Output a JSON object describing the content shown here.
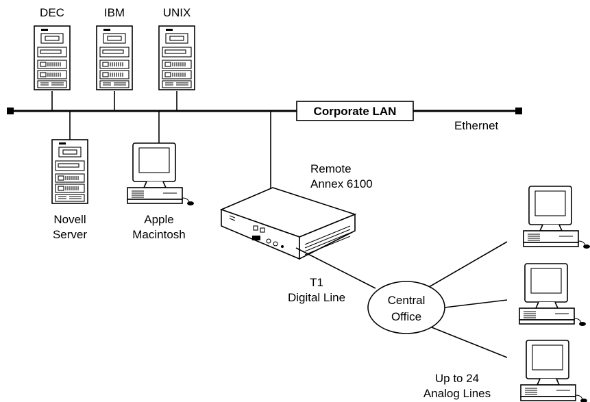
{
  "hosts": {
    "dec": "DEC",
    "ibm": "IBM",
    "unix": "UNIX"
  },
  "lan": {
    "name": "Corporate LAN",
    "type": "Ethernet"
  },
  "novell": {
    "line1": "Novell",
    "line2": "Server"
  },
  "apple": {
    "line1": "Apple",
    "line2": "Macintosh"
  },
  "annex": {
    "line1": "Remote",
    "line2": "Annex 6100"
  },
  "t1": {
    "line1": "T1",
    "line2": "Digital Line"
  },
  "central_office": {
    "line1": "Central",
    "line2": "Office"
  },
  "analog": {
    "line1": "Up to 24",
    "line2": "Analog Lines"
  }
}
